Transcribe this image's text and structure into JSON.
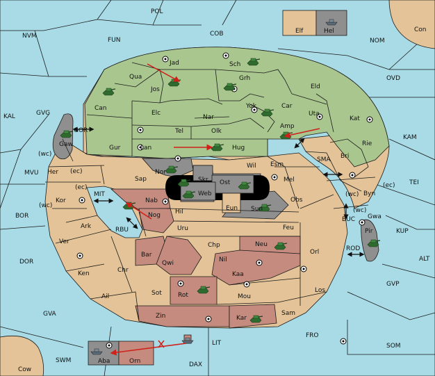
{
  "colors": {
    "sea": "#a8dbe6",
    "green_power": "#a9c68f",
    "neutral": "#e3c397",
    "red_power": "#c48b7e",
    "grey_power": "#8f8f8f"
  },
  "seas": {
    "pol": "POL",
    "nvm": "NVM",
    "fun": "FUN",
    "cob": "COB",
    "nom": "NOM",
    "con": "Con",
    "ovd": "OVD",
    "kal": "KAL",
    "gvg": "GVG",
    "kam": "KAM",
    "sma": "SMA",
    "tei": "TEI",
    "mvu": "MVU",
    "bor": "BOR",
    "mit": "MIT",
    "rbu": "RBU",
    "buc": "BUC",
    "kup": "KUP",
    "dor": "DOR",
    "rod": "ROD",
    "alt": "ALT",
    "gvp": "GVP",
    "gva": "GVA",
    "fro": "FRO",
    "som": "SOM",
    "lit": "LIT",
    "swm": "SWM",
    "dax": "DAX",
    "cow": "Cow"
  },
  "green": {
    "jad": "Jad",
    "sch": "Sch",
    "qua": "Qua",
    "jos": "Jos",
    "grh": "Grh",
    "eld": "Eld",
    "can": "Can",
    "elc": "Elc",
    "nar": "Nar",
    "yok": "Yok",
    "car": "Car",
    "uta": "Uta",
    "kat": "Kat",
    "tel": "Tel",
    "olk": "Olk",
    "amp": "Amp",
    "gur": "Gur",
    "lan": "Lan",
    "hug": "Hug"
  },
  "neutral": {
    "elf": "Elf",
    "wil": "Wil",
    "esm": "Esm",
    "bri": "Bri",
    "rie": "Rie",
    "her": "Her",
    "kor": "Kor",
    "sap": "Sap",
    "mel": "Mel",
    "byn": "Byn",
    "obs": "Obs",
    "gwa": "Gwa",
    "hil": "Hil",
    "ark": "Ark",
    "uru": "Uru",
    "feu": "Feu",
    "ver": "Ver",
    "chp": "Chp",
    "orl": "Orl",
    "nil": "Nil",
    "ken": "Ken",
    "chr": "Chr",
    "ail": "Ail",
    "sot": "Sot",
    "mou": "Mou",
    "los": "Los",
    "sam": "Sam",
    "eun": "Eun"
  },
  "red": {
    "nab": "Nab",
    "nog": "Nog",
    "bar": "Bar",
    "qwi": "Qwi",
    "neu": "Neu",
    "kaa": "Kaa",
    "rot": "Rot",
    "zin": "Zin",
    "kar": "Kar",
    "orn": "Orn"
  },
  "grey": {
    "hel": "Hel",
    "gaw": "Gaw",
    "nor": "Nor",
    "skr": "Skr",
    "ost": "Ost",
    "web": "Web",
    "sun": "Sun",
    "pir": "Pir",
    "aba": "Aba"
  },
  "coast_tags": {
    "gor": "GOR",
    "wc1": "(wc)",
    "ec1": "(ec)",
    "ec2": "(ec)",
    "wc2": "(wc)",
    "wc3": "(wc)",
    "ec3": "(ec)",
    "wc4": "(wc)"
  }
}
